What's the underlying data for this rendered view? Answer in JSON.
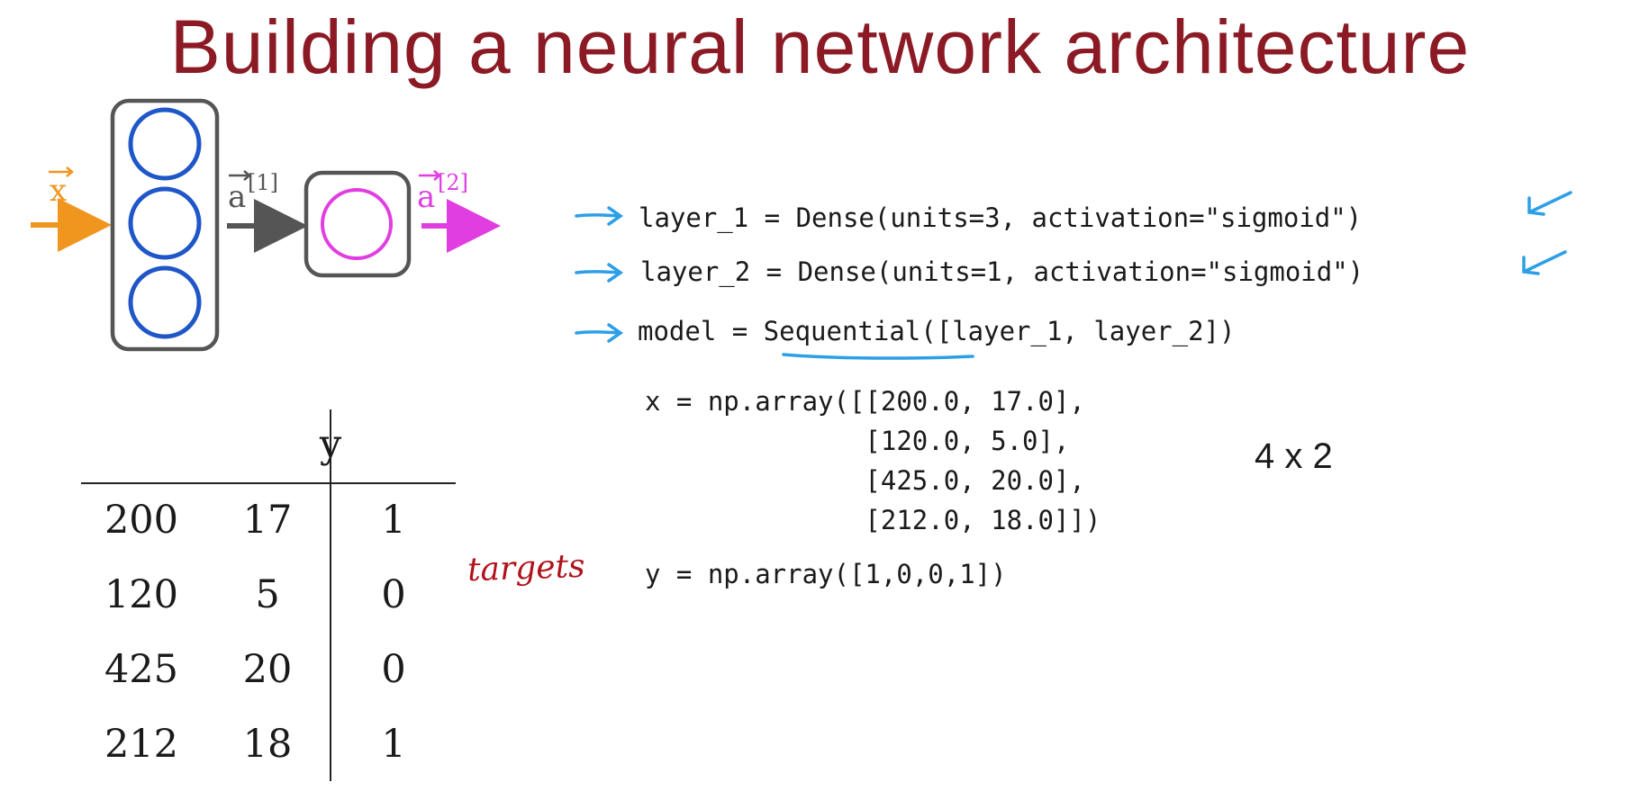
{
  "title": "Building a neural network architecture",
  "diagram": {
    "input_label": "x",
    "hidden_label": "a",
    "hidden_sup": "[1]",
    "output_label": "a",
    "output_sup": "[2]",
    "colors": {
      "input": "#f0961e",
      "hidden": "#1f56c8",
      "output": "#e03ee0",
      "arrow_hidden": "#555555",
      "box": "#555555"
    }
  },
  "code": {
    "layer_1": "layer_1 = Dense(units=3, activation=\"sigmoid\")",
    "layer_2": "layer_2 = Dense(units=1, activation=\"sigmoid\")",
    "model": "model = Sequential([layer_1, layer_2])",
    "x_lines": [
      "x = np.array([[200.0, 17.0],",
      "              [120.0, 5.0],",
      "              [425.0, 20.0],",
      "              [212.0, 18.0]])"
    ],
    "y_line": "y = np.array([1,0,0,1])"
  },
  "annotations": {
    "shape": "4 x 2",
    "targets": "targets",
    "colors": {
      "arrow": "#2d9fe6",
      "targets": "#b0121c",
      "underline": "#2d9fe6"
    }
  },
  "table": {
    "header_y": "y",
    "rows": [
      {
        "x1": "200",
        "x2": "17",
        "y": "1"
      },
      {
        "x1": "120",
        "x2": "5",
        "y": "0"
      },
      {
        "x1": "425",
        "x2": "20",
        "y": "0"
      },
      {
        "x1": "212",
        "x2": "18",
        "y": "1"
      }
    ]
  }
}
